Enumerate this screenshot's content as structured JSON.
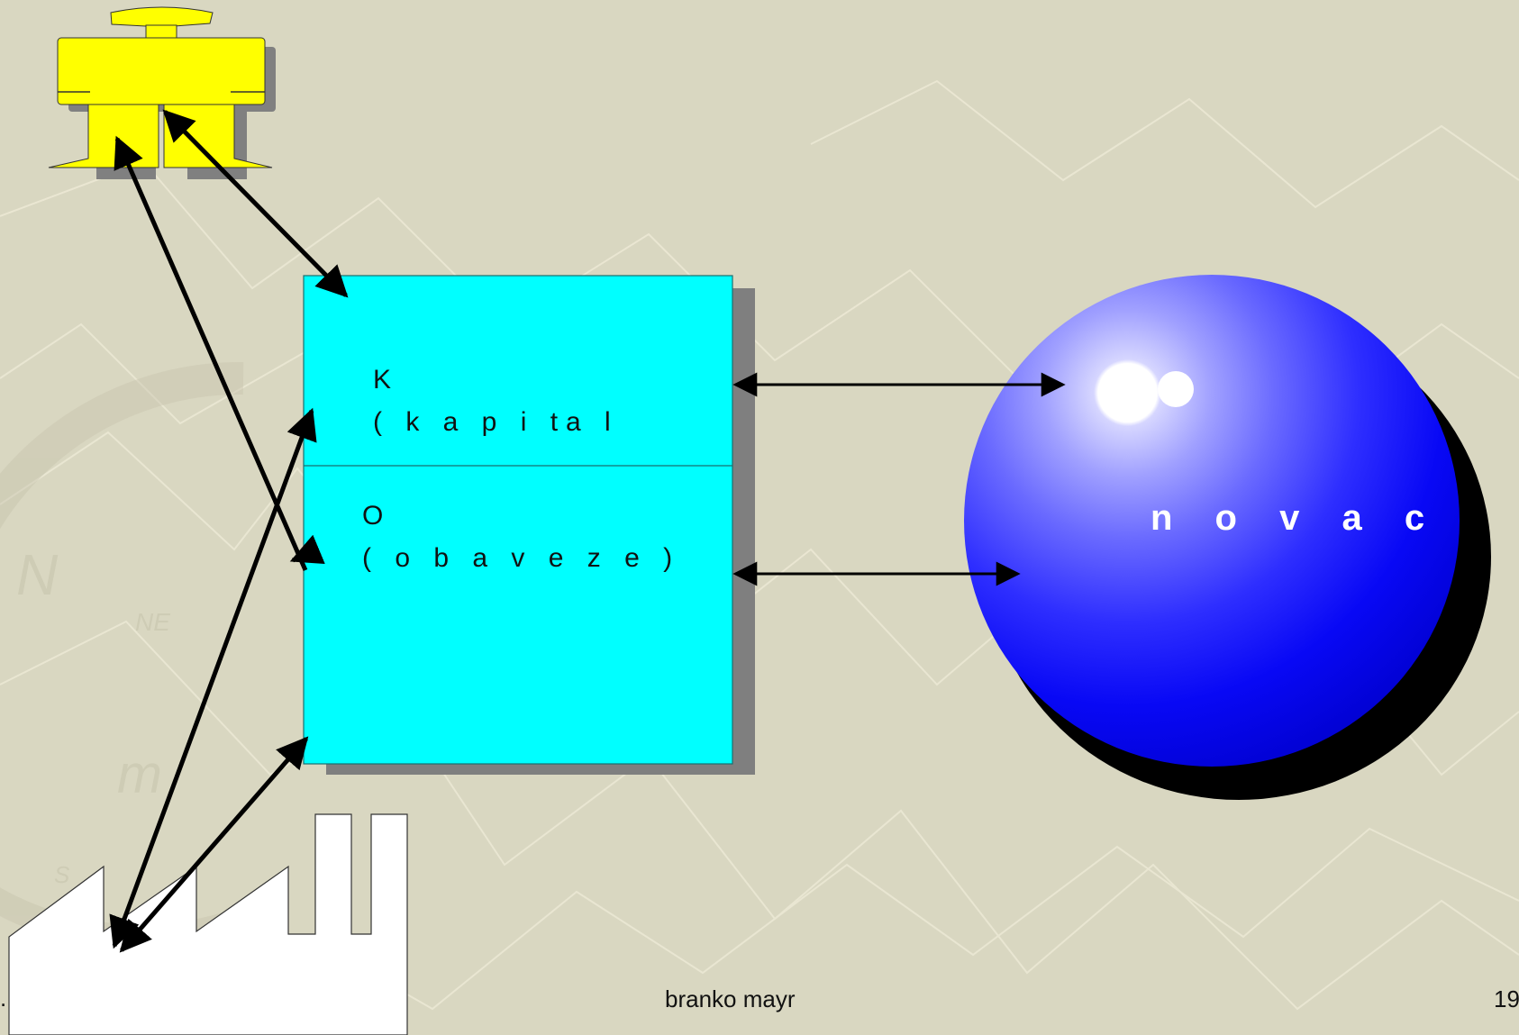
{
  "slide": {
    "background": "#d9d7c1",
    "pattern_color": "#ece9d8"
  },
  "box": {
    "fill": "#00ffff",
    "shadow": "#7f7f7f",
    "top_section": {
      "letter": "K",
      "word": "( k a p i ta l"
    },
    "bottom_section": {
      "letter": "O",
      "word": "( o b a v e z e )"
    }
  },
  "sphere": {
    "label": "n o v a c",
    "color": "#0000ff",
    "shadow": "#000000"
  },
  "person_icon": {
    "name": "person-icon",
    "fill": "#ffff00",
    "shadow": "#808080"
  },
  "factory_icon": {
    "name": "factory-icon",
    "fill": "#ffffff"
  },
  "footer": {
    "left": ".",
    "center": "branko mayr",
    "right": "19"
  }
}
